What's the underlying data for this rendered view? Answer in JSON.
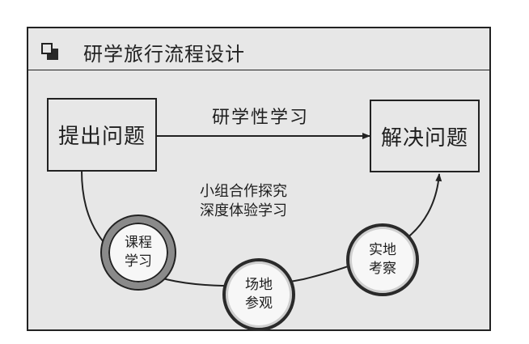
{
  "header": {
    "title": "研学旅行流程设计",
    "icon": "window-icon"
  },
  "nodes": {
    "start": "提出问题",
    "end": "解决问题"
  },
  "arrow_label": "研学性学习",
  "center_text": [
    "小组合作探究",
    "深度体验学习"
  ],
  "steps": [
    {
      "line1": "课程",
      "line2": "学习"
    },
    {
      "line1": "场地",
      "line2": "参观"
    },
    {
      "line1": "实地",
      "line2": "考察"
    }
  ],
  "colors": {
    "panel": "#e7e7e7",
    "stroke": "#222222",
    "ring_heavy": "#8a8a8a",
    "ring_light": "#2a2a2a"
  }
}
